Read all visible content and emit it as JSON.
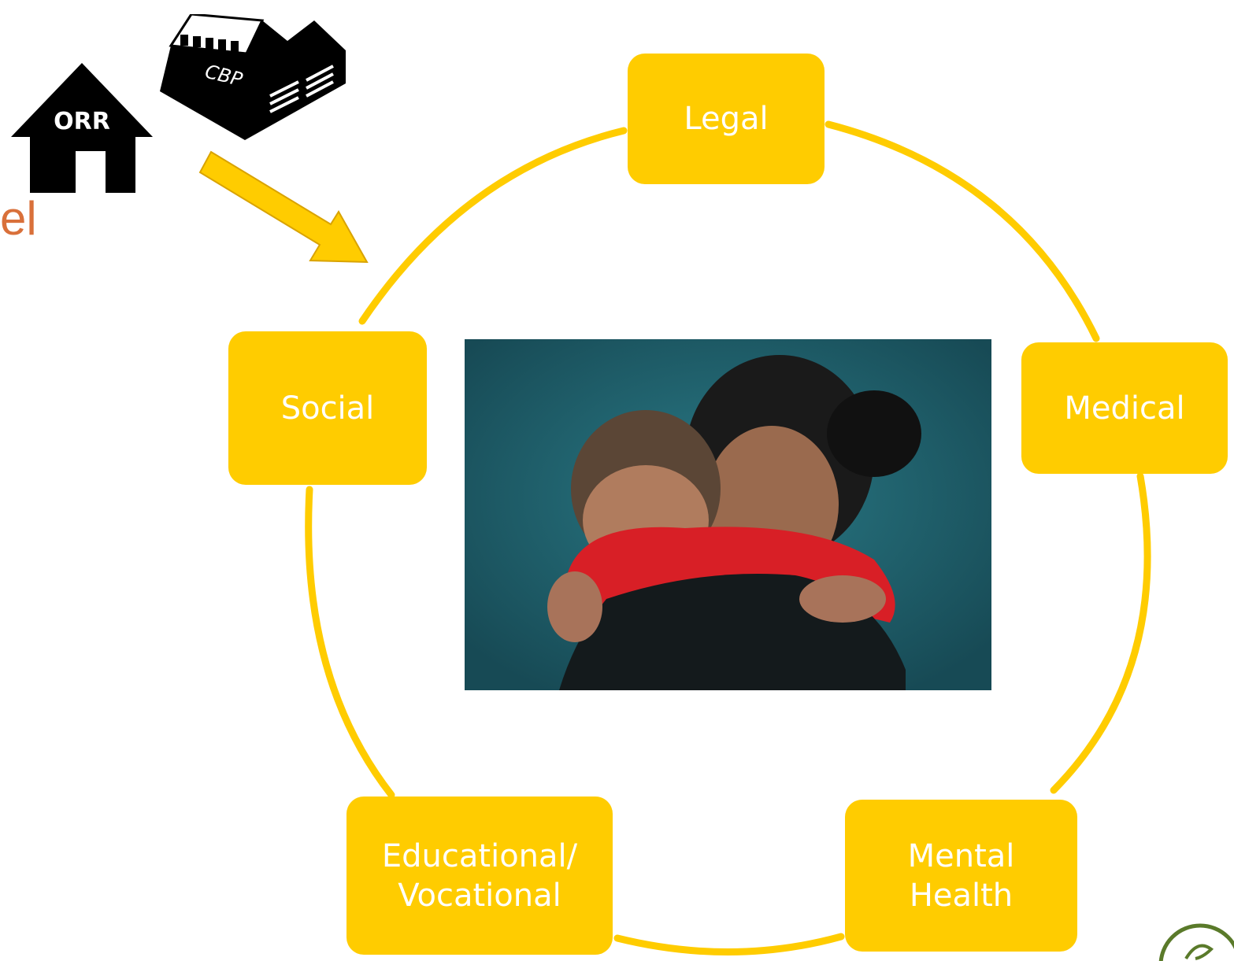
{
  "diagram": {
    "title_fragment": "el",
    "nodes": {
      "legal": {
        "label": "Legal"
      },
      "medical": {
        "label": "Medical"
      },
      "social": {
        "label": "Social"
      },
      "educational": {
        "line1": "Educational/",
        "line2": "Vocational"
      },
      "mental_health": {
        "line1": "Mental",
        "line2": "Health"
      }
    },
    "icons": {
      "orr_house": {
        "icon": "house-icon",
        "label": "ORR"
      },
      "cbp_facility": {
        "icon": "building-icon",
        "label": "CBP"
      },
      "arrow": {
        "icon": "arrow-icon"
      },
      "corner_logo": {
        "icon": "logo-icon"
      }
    },
    "colors": {
      "node_fill": "#ffcc00",
      "ring": "#ffcc00",
      "node_text": "#ffffff",
      "title": "#d9703a",
      "photo_background": "#1f6470"
    }
  }
}
